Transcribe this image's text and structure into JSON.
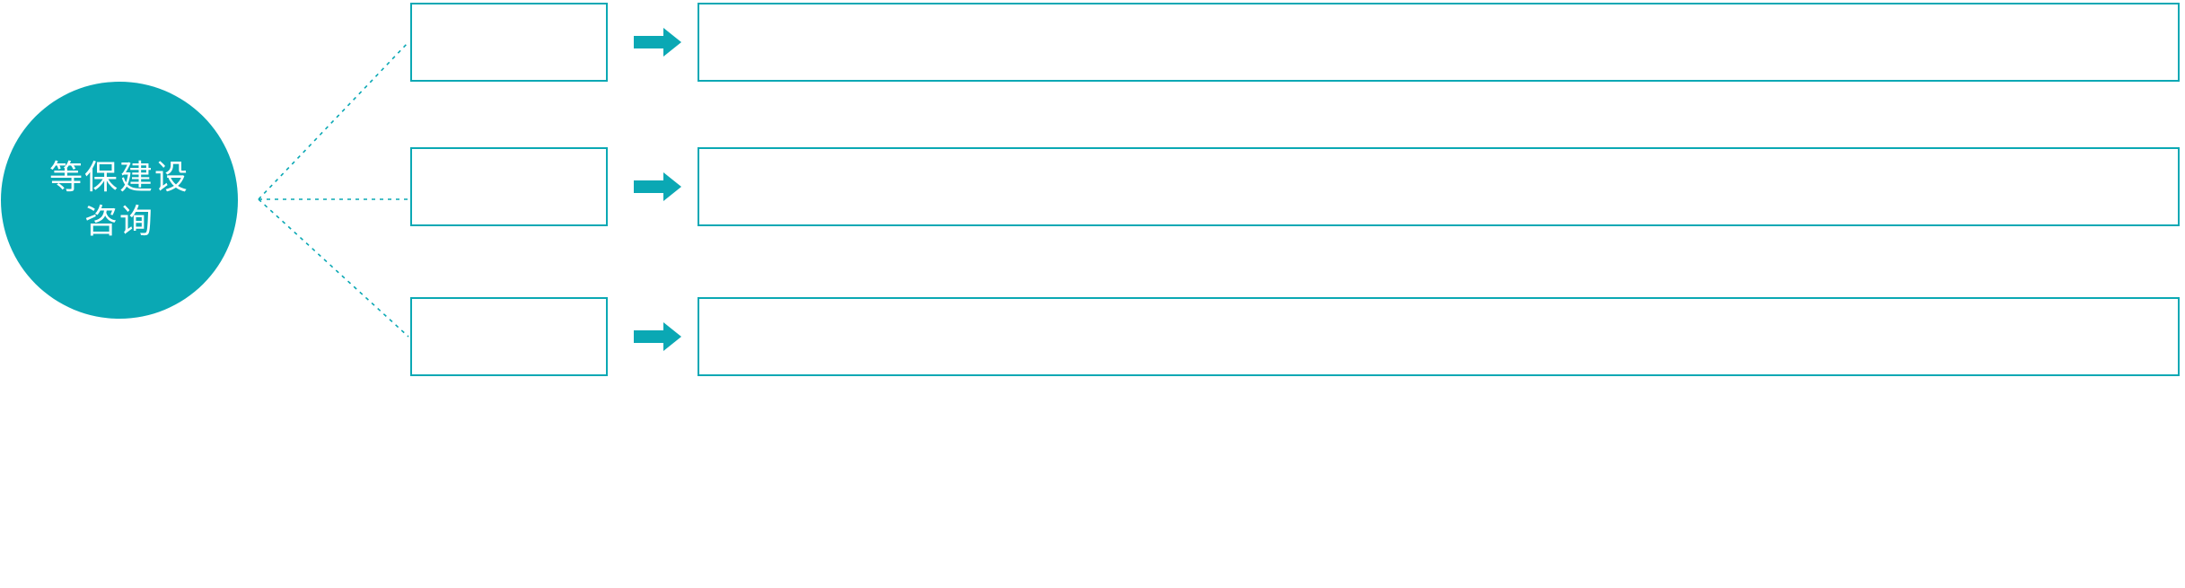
{
  "diagram": {
    "type": "fan-out-flow",
    "orientation": "left-to-right",
    "branch_count": 3,
    "hub": {
      "shape": "circle",
      "fill_color": "#0aa8b4",
      "text_color": "#ffffff",
      "title_line_1": "等保建设",
      "title_line_2": "咨询"
    },
    "colors": {
      "accent": "#0aa8b4",
      "background": "#ffffff",
      "box_border": "#0aa8b4",
      "box_fill": "#ffffff",
      "connector": "#0aa8b4"
    },
    "connectors": {
      "style": "dotted",
      "icon": "dotted-fan-connector"
    },
    "arrow": {
      "icon": "right-block-arrow-icon",
      "fill_color": "#0aa8b4"
    },
    "rows": [
      {
        "index": 1,
        "stage_label": "",
        "detail_text": ""
      },
      {
        "index": 2,
        "stage_label": "",
        "detail_text": ""
      },
      {
        "index": 3,
        "stage_label": "",
        "detail_text": ""
      }
    ]
  }
}
